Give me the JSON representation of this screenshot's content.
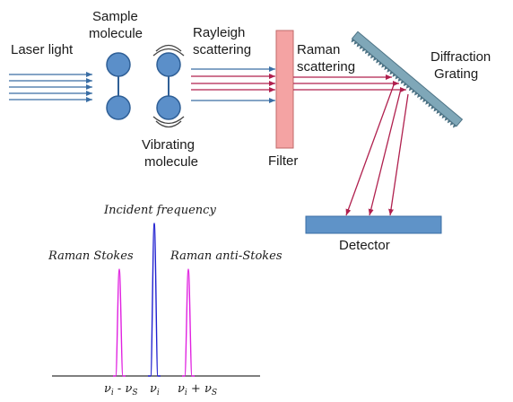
{
  "labels": {
    "laser_light": "Laser light",
    "sample_molecule": [
      "Sample",
      "molecule"
    ],
    "vibrating_molecule": [
      "Vibrating",
      "molecule"
    ],
    "rayleigh_scattering": [
      "Rayleigh",
      "scattering"
    ],
    "raman_scattering": [
      "Raman",
      "scattering"
    ],
    "filter": "Filter",
    "diffraction_grating": [
      "Diffraction",
      "Grating"
    ],
    "detector": "Detector"
  },
  "spectrum": {
    "incident_frequency": "Incident frequency",
    "raman_stokes": "Raman Stokes",
    "raman_anti_stokes": "Raman anti-Stokes",
    "ticks": {
      "stokes": {
        "v1": "ν",
        "s1": "i",
        "op": " - ",
        "v2": "ν",
        "s2": "S"
      },
      "incident": {
        "v1": "ν",
        "s1": "i"
      },
      "anti_stokes": {
        "v1": "ν",
        "s1": "i",
        "op": " + ",
        "v2": "ν",
        "s2": "S"
      }
    }
  },
  "colors": {
    "laser_beam": "#3a6ea5",
    "raman_beam": "#b0204e",
    "molecule_fill": "#5b8fc9",
    "molecule_stroke": "#2f5f96",
    "filter_fill": "#f4a3a3",
    "filter_stroke": "#c06a6a",
    "grating_fill": "#7fa7b8",
    "detector_fill": "#5f93c8",
    "stokes_peak": "#e020e0",
    "incident_peak": "#2020d0"
  }
}
